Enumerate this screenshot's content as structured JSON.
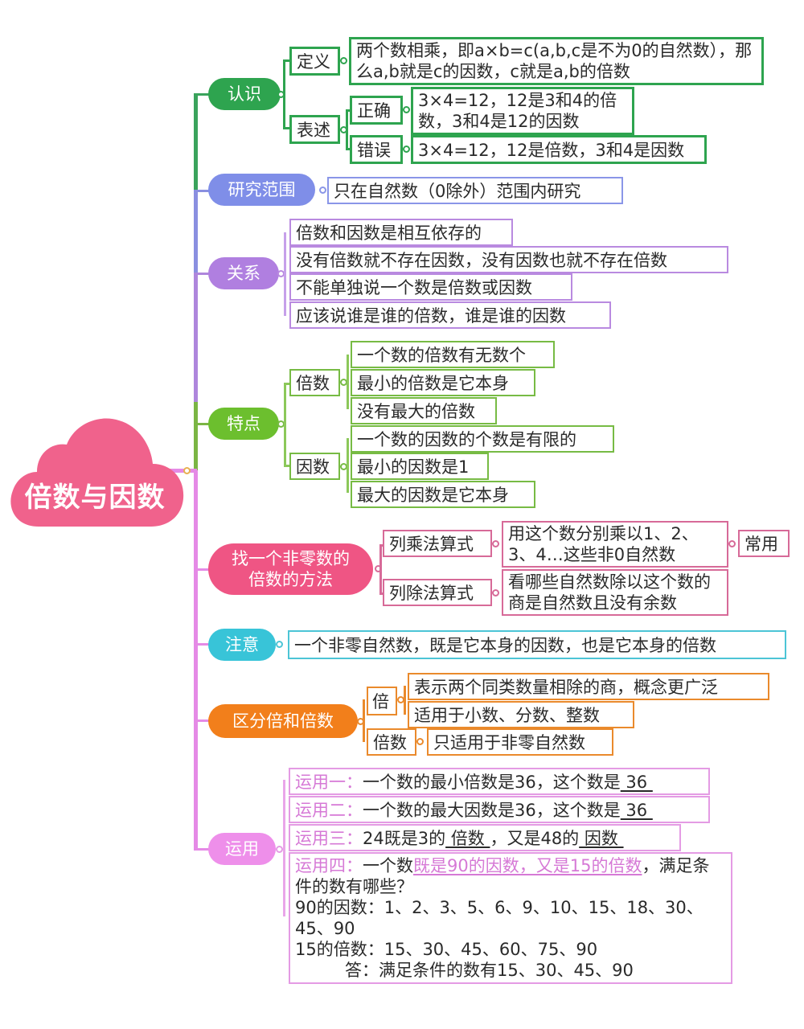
{
  "root": {
    "title": "倍数与因数",
    "color": "#f0628c"
  },
  "branches": {
    "renshi": {
      "label": "认识",
      "color": "#2ea44f",
      "dingyi": {
        "label": "定义",
        "text": "两个数相乘，即a×b=c(a,b,c是不为0的自然数），那么a,b就是c的因数，c就是a,b的倍数"
      },
      "biaoshu": {
        "label": "表述",
        "zhengque": {
          "label": "正确",
          "text": "3×4=12，12是3和4的倍数，3和4是12的因数"
        },
        "cuowu": {
          "label": "错误",
          "text": "3×4=12，12是倍数，3和4是因数"
        }
      }
    },
    "fanwei": {
      "label": "研究范围",
      "color": "#7f8ee8",
      "text": "只在自然数（0除外）范围内研究"
    },
    "guanxi": {
      "label": "关系",
      "color": "#b07fe0",
      "items": [
        "倍数和因数是相互依存的",
        "没有倍数就不存在因数，没有因数也就不存在倍数",
        "不能单独说一个数是倍数或因数",
        "应该说谁是谁的倍数，谁是谁的因数"
      ]
    },
    "tedian": {
      "label": "特点",
      "color": "#6cbf2e",
      "beishu": {
        "label": "倍数",
        "items": [
          "一个数的倍数有无数个",
          "最小的倍数是它本身",
          "没有最大的倍数"
        ]
      },
      "yinshu": {
        "label": "因数",
        "items": [
          "一个数的因数的个数是有限的",
          "最小的因数是1",
          "最大的因数是它本身"
        ]
      }
    },
    "fangfa": {
      "label": "找一个非零数的倍数的方法",
      "color": "#ef5584",
      "cheng": {
        "label": "列乘法算式",
        "text": "用这个数分别乘以1、2、3、4…这些非0自然数",
        "tag": "常用"
      },
      "chu": {
        "label": "列除法算式",
        "text": "看哪些自然数除以这个数的商是自然数且没有余数"
      }
    },
    "zhuyi": {
      "label": "注意",
      "color": "#38c4d8",
      "text": "一个非零自然数，既是它本身的因数，也是它本身的倍数"
    },
    "qufen": {
      "label": "区分倍和倍数",
      "color": "#f27f1b",
      "bei": {
        "label": "倍",
        "items": [
          "表示两个同类数量相除的商，概念更广泛",
          "适用于小数、分数、整数"
        ]
      },
      "beishu": {
        "label": "倍数",
        "text": "只适用于非零自然数"
      }
    },
    "yunyong": {
      "label": "运用",
      "color": "#ee8fea",
      "one": {
        "prefix": "运用一：",
        "text": "一个数的最小倍数是36，这个数是",
        "answer": " 36 "
      },
      "two": {
        "prefix": "运用二：",
        "text": "一个数的最大因数是36，这个数是",
        "answer": " 36 "
      },
      "three": {
        "prefix": "运用三：",
        "text_a": "24既是3的",
        "answer_a": " 倍数 ",
        "text_b": "，又是48的",
        "answer_b": " 因数 "
      },
      "four": {
        "prefix": "运用四：",
        "text_a": "一个数",
        "highlight": "既是90的因数，又是15的倍数",
        "text_b": "，满足条件的数有哪些？",
        "line_factors": "90的因数：1、2、3、5、6、9、10、15、18、30、45、90",
        "line_multiples": "15的倍数：15、30、45、60、75、90",
        "answer": "答：满足条件的数有15、30、45、90"
      }
    }
  }
}
